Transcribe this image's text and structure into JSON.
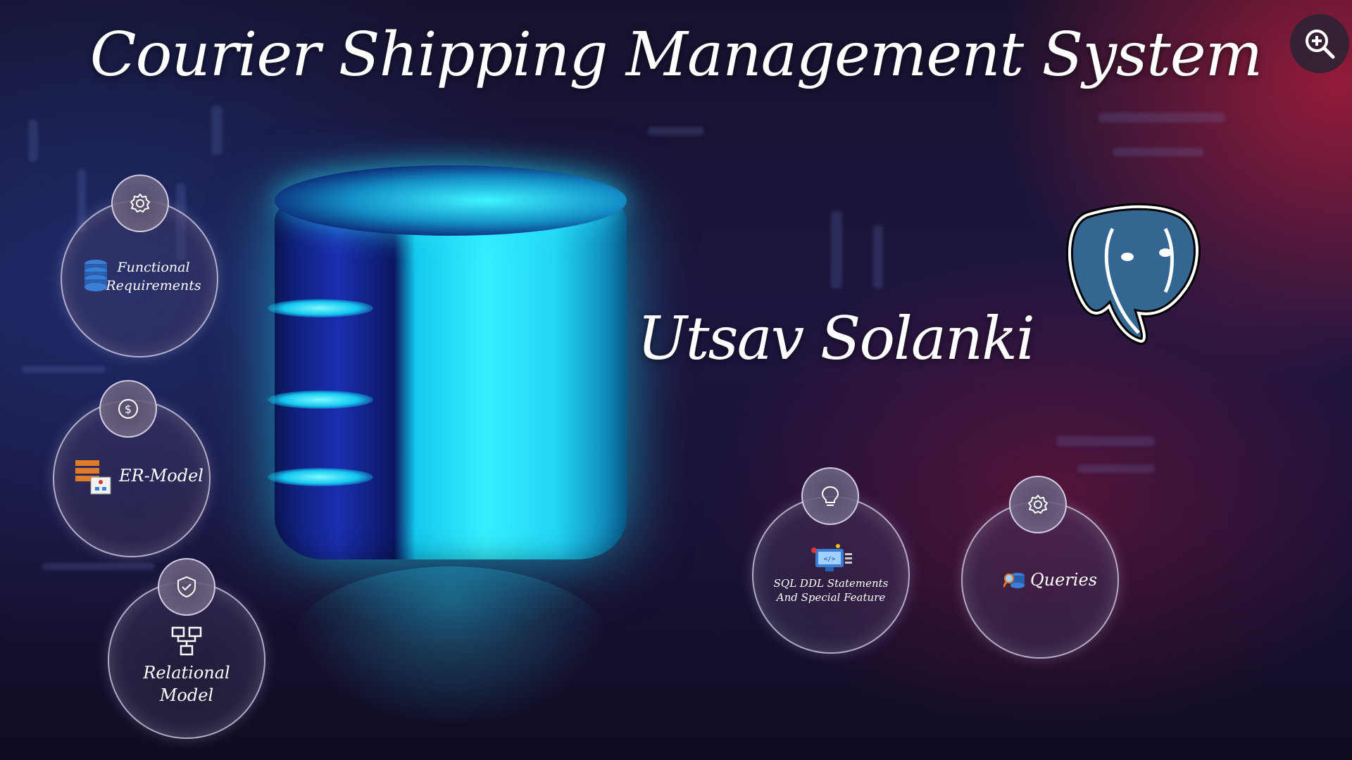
{
  "title": "Courier Shipping Management System",
  "author": "Utsav Solanki",
  "zoom_button": {
    "icon": "zoom-in-icon"
  },
  "logo": {
    "icon": "postgresql-elephant-icon",
    "color": "#336791"
  },
  "nodes": [
    {
      "id": "functional",
      "label_line1": "Functional",
      "label_line2": "Requirements",
      "badge_icon": "gear-icon",
      "content_icon": "database-icon"
    },
    {
      "id": "er",
      "label": "ER-Model",
      "badge_icon": "dollar-icon",
      "content_icon": "server-diagram-icon"
    },
    {
      "id": "relational",
      "label": "Relational Model",
      "badge_icon": "shield-check-icon",
      "content_icon": "hierarchy-icon"
    },
    {
      "id": "sql",
      "label_line1": "SQL DDL Statements",
      "label_line2": "And Special Feature",
      "badge_icon": "lightbulb-icon",
      "content_icon": "code-monitor-icon"
    },
    {
      "id": "queries",
      "label": "Queries",
      "badge_icon": "gear-icon",
      "content_icon": "search-database-icon"
    }
  ]
}
